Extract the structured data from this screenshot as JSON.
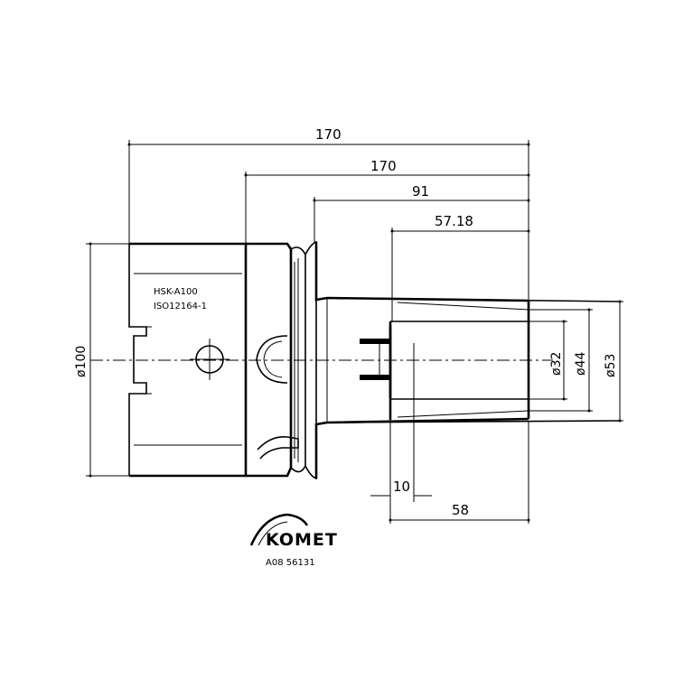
{
  "dimensions": {
    "overall_length_1": "170",
    "overall_length_2": "170",
    "length_3": "91",
    "length_4": "57.18",
    "offset": "10",
    "bore_depth": "58",
    "flange_diameter": "ø100",
    "bore_diameter": "ø32",
    "collar_diameter": "ø44",
    "outer_diameter": "ø53"
  },
  "labels": {
    "interface": "HSK-A100",
    "standard": "ISO12164-1"
  },
  "logo": {
    "brand": "KOMET",
    "part_number": "A08 56131"
  }
}
